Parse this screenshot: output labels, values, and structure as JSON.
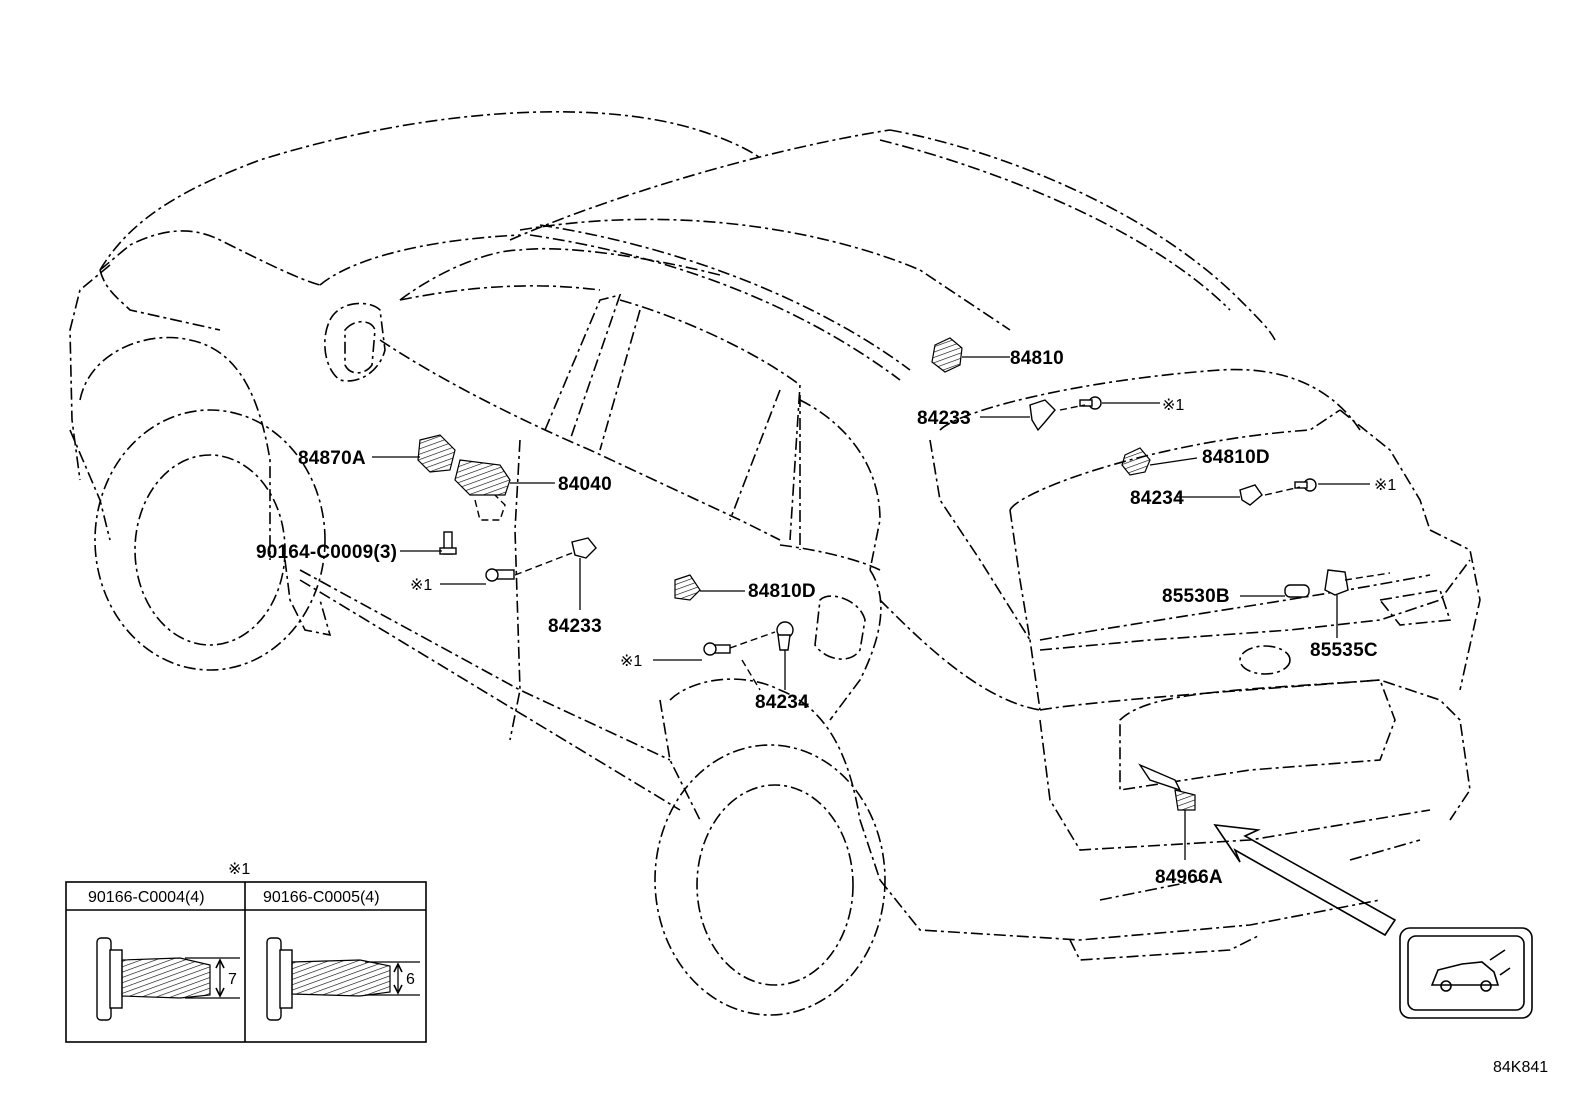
{
  "labels": {
    "p84810": "84810",
    "p84233_top": "84233",
    "p84810D_right": "84810D",
    "p84234_right": "84234",
    "p85530B": "85530B",
    "p85535C": "85535C",
    "p84966A": "84966A",
    "p84870A": "84870A",
    "p84040": "84040",
    "p90164": "90164-C0009(3)",
    "p84233_left": "84233",
    "p84810D_mid": "84810D",
    "p84234_mid": "84234",
    "ref_note": "※1",
    "diagram_id": "84K841"
  },
  "table": {
    "note": "※1",
    "col1_part": "90166-C0004(4)",
    "col2_part": "90166-C0005(4)",
    "col1_dim": "7",
    "col2_dim": "6"
  }
}
